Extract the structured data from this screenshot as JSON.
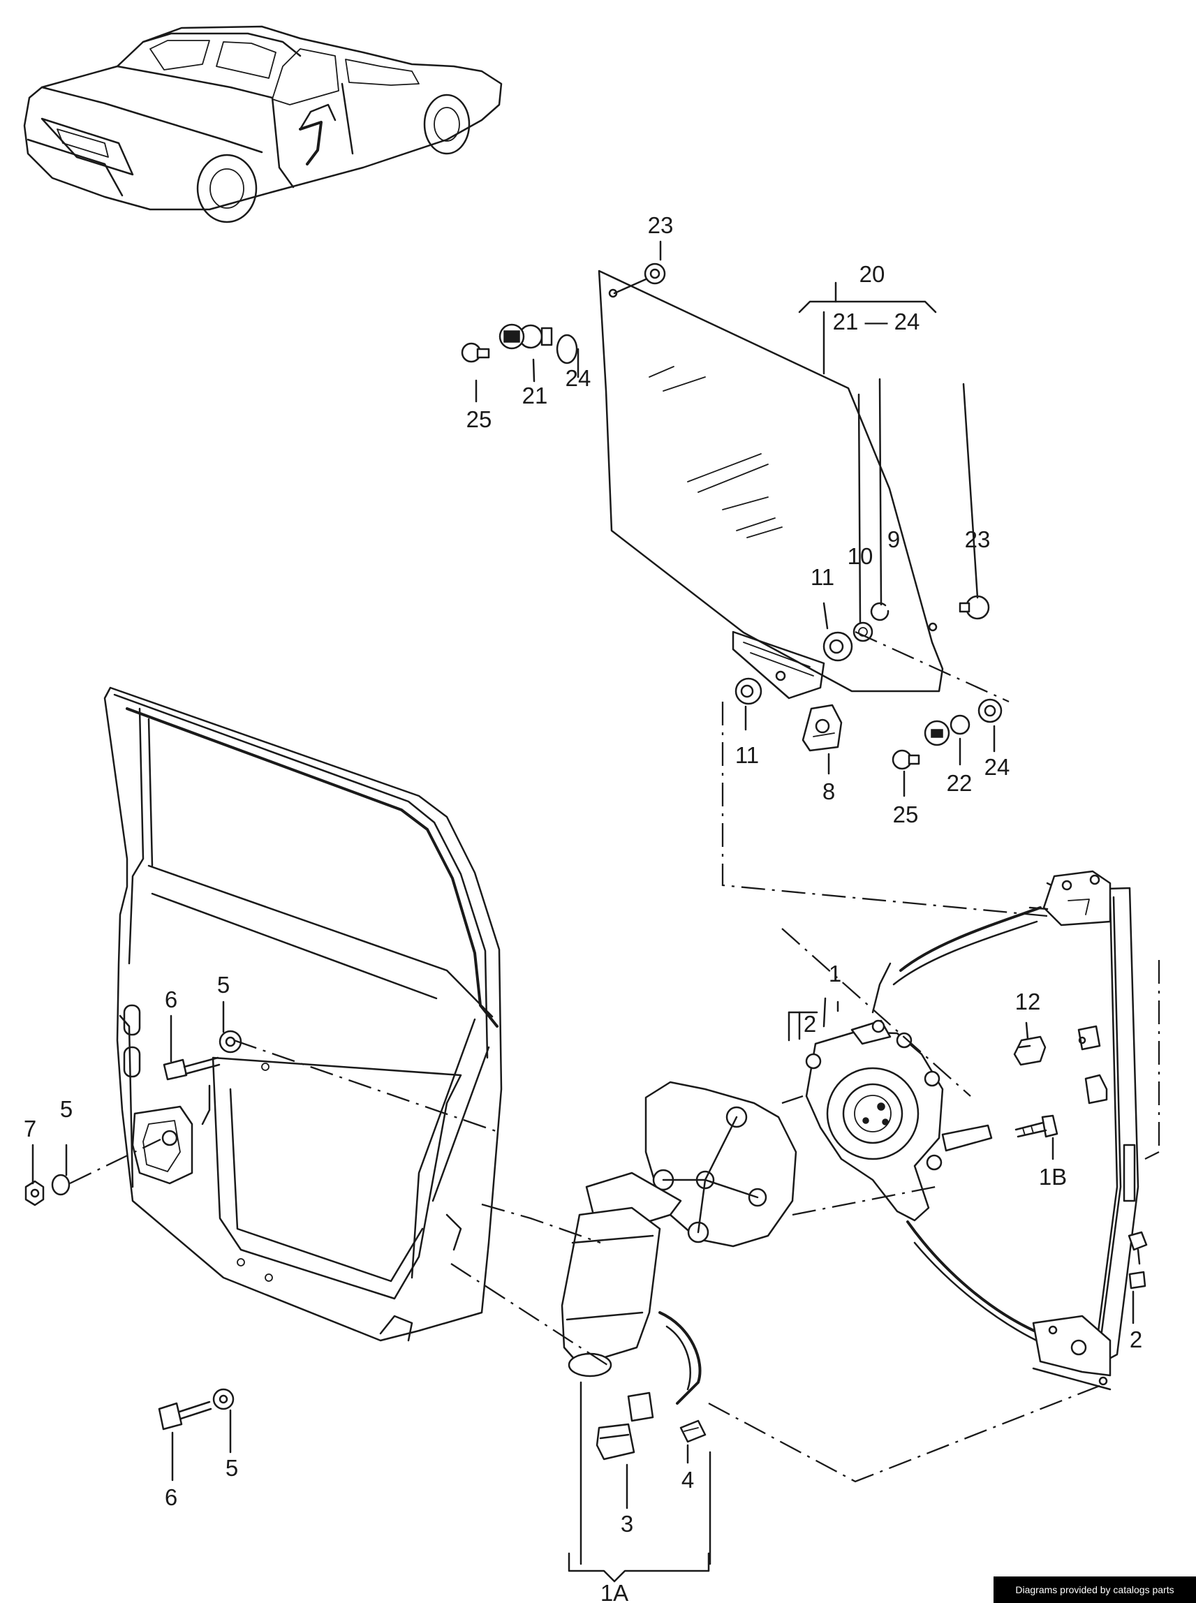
{
  "callouts": {
    "c1": "1",
    "c1A": "1A",
    "c1B": "1B",
    "c2_motor": "2",
    "c2_bracket": "2",
    "c3": "3",
    "c4": "4",
    "c5_upper": "5",
    "c5_left": "5",
    "c5_lower": "5",
    "c6_upper": "6",
    "c6_lower": "6",
    "c7": "7",
    "c8": "8",
    "c9": "9",
    "c10": "10",
    "c11_right": "11",
    "c11_left": "11",
    "c12": "12",
    "c20": "20",
    "c21_24": "21 — 24",
    "c21": "21",
    "c22": "22",
    "c23_top": "23",
    "c23_right": "23",
    "c24_top": "24",
    "c24_bottom": "24",
    "c25_top": "25",
    "c25_bottom": "25"
  },
  "credit": "Diagrams provided by catalogs parts"
}
